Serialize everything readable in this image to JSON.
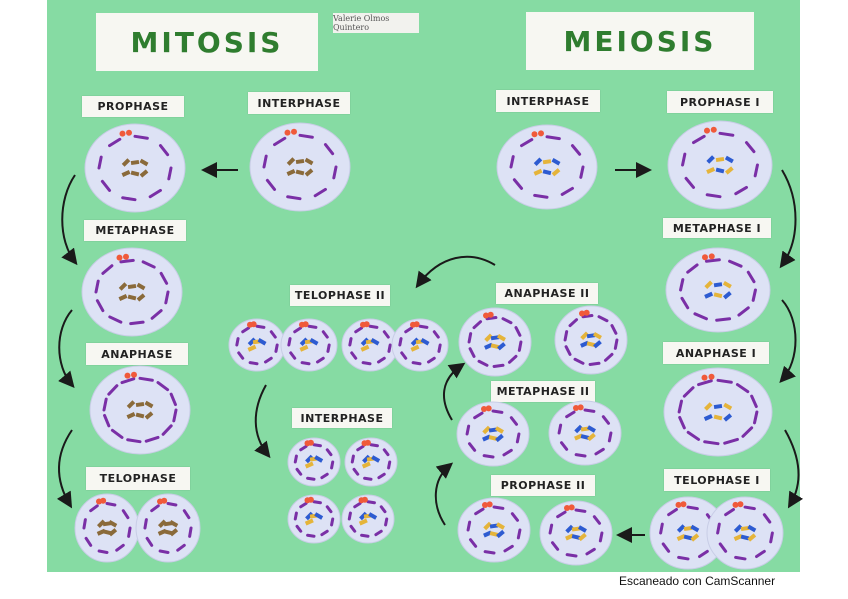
{
  "board": {
    "title_left": "MITOSIS",
    "title_right": "MEIOSIS",
    "author": "Valerie Olmos Quintero",
    "labels": {
      "prophase": "PROPHASE",
      "interphase_mitosis": "INTERPHASE",
      "metaphase": "METAPHASE",
      "anaphase": "ANAPHASE",
      "telophase": "TELOPHASE",
      "telophase_ii": "TELOPHASE II",
      "interphase_end": "INTERPHASE",
      "interphase_meiosis": "INTERPHASE",
      "prophase_i": "PROPHASE I",
      "metaphase_i": "METAPHASE I",
      "anaphase_i": "ANAPHASE I",
      "telophase_i": "TELOPHASE I",
      "anaphase_ii": "ANAPHASE II",
      "metaphase_ii": "METAPHASE II",
      "prophase_ii": "PROPHASE II"
    },
    "colors": {
      "board": "#86dba3",
      "cell": "#dde2f5",
      "chromosome": "#7a2fa6",
      "centriole": "#f05a3a",
      "chromatid_gold": "#e5b43a",
      "chromatid_blue": "#2d5bd1",
      "chromatid_brown": "#8a6a3a"
    }
  },
  "footer": "Escaneado con CamScanner"
}
